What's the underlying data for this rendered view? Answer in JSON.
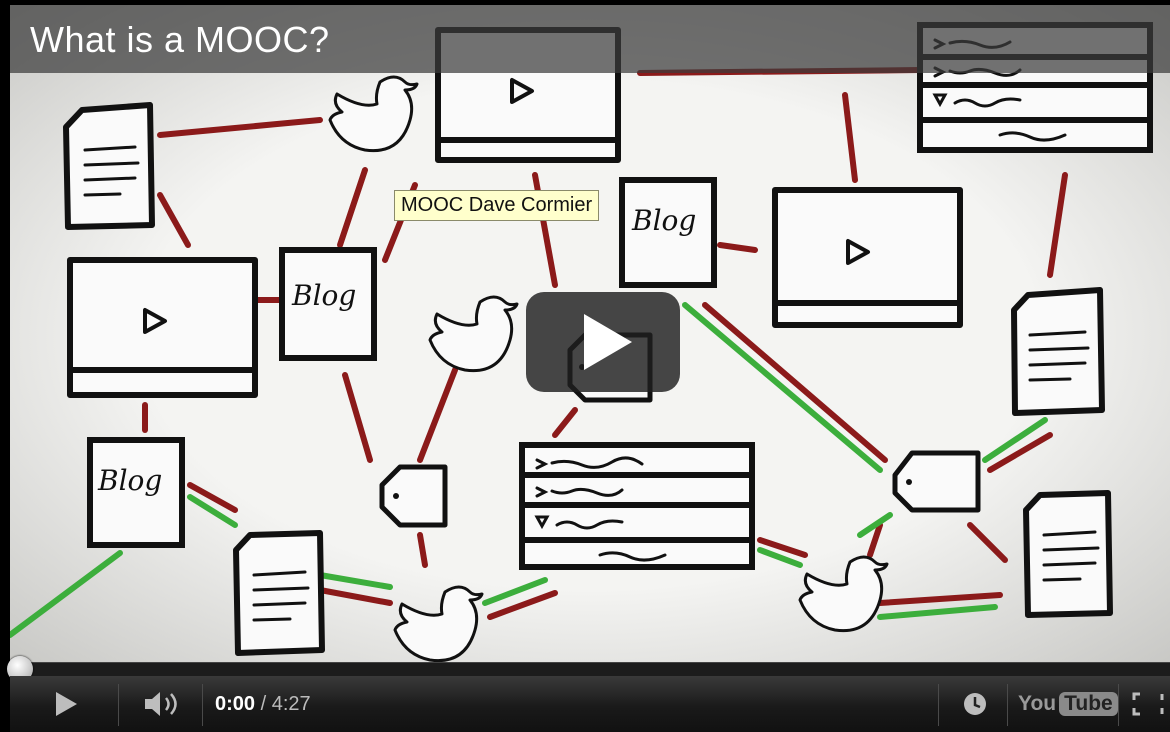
{
  "video": {
    "title": "What is a MOOC?",
    "tooltip": "MOOC Dave Cormier",
    "sketch_labels": {
      "blog": "Blog"
    }
  },
  "controls": {
    "current_time": "0:00",
    "separator": " / ",
    "duration": "4:27",
    "progress": 0.0,
    "logo_you": "You",
    "logo_tube": "Tube"
  },
  "icons": {
    "play": "play-icon",
    "volume": "volume-icon",
    "watch_later": "clock-icon",
    "fullscreen": "fullscreen-icon",
    "big_play": "big-play-icon"
  },
  "colors": {
    "sketch_red": "#8b1a1a",
    "sketch_green": "#3cae3c",
    "ink": "#111111",
    "title_bar": "#3c3c3c",
    "tooltip_bg": "#ffffcc"
  }
}
